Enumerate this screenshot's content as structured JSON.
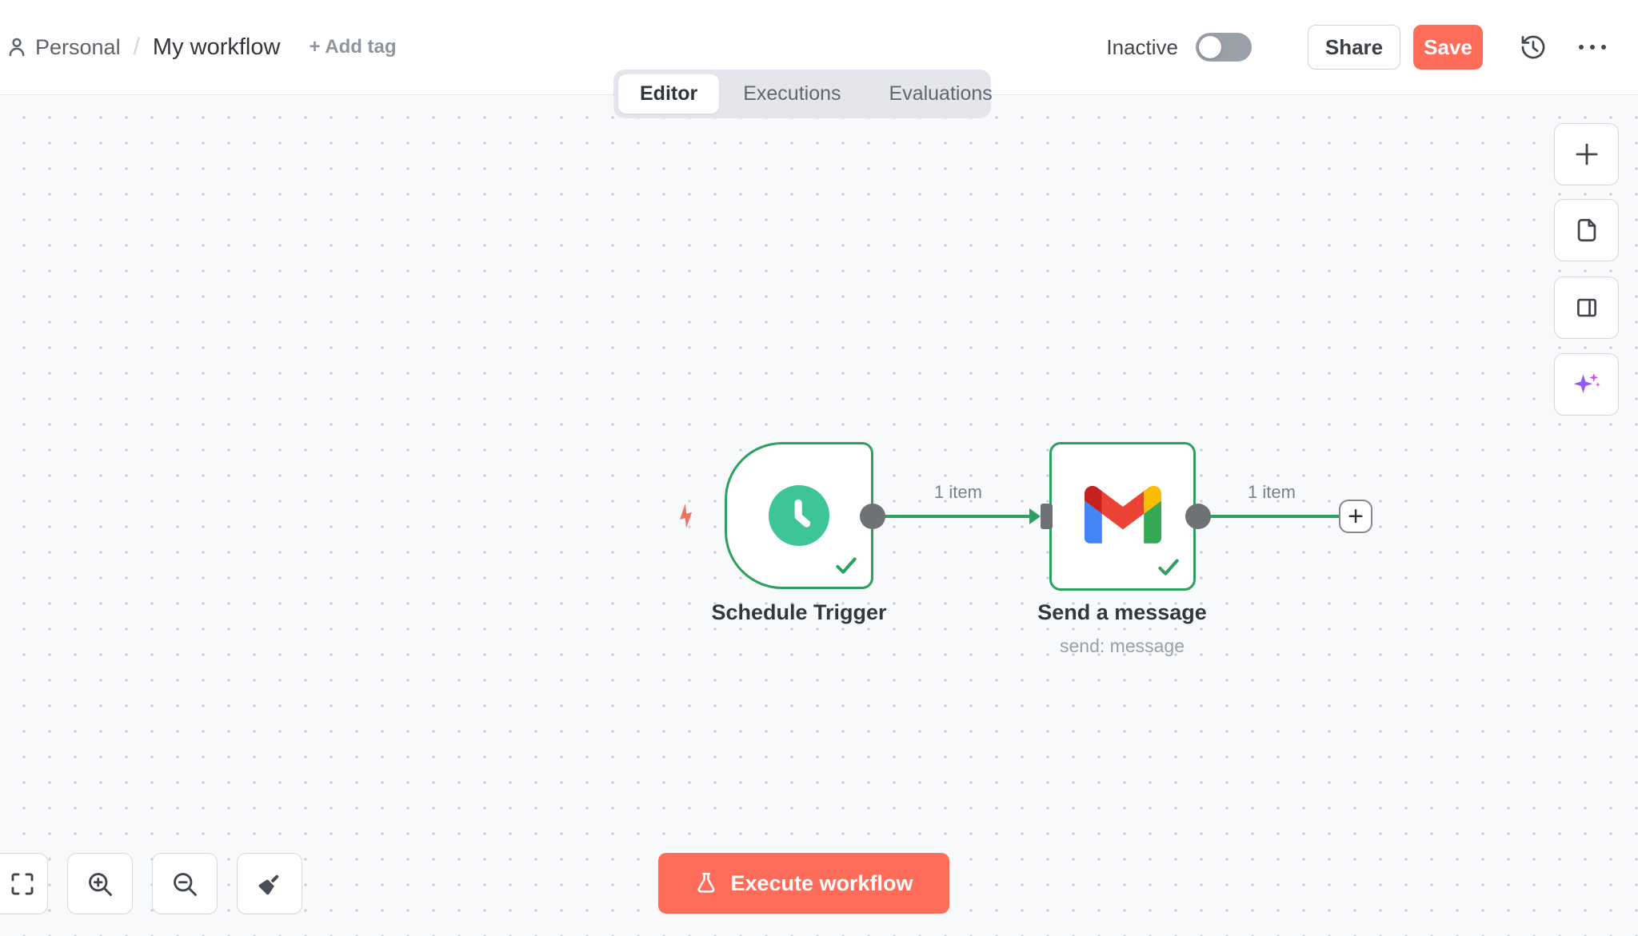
{
  "breadcrumb": {
    "project": "Personal",
    "separator": "/",
    "workflow_name": "My workflow",
    "add_tag_label": "+ Add tag"
  },
  "header": {
    "activation_label": "Inactive",
    "activation_enabled": false,
    "share_label": "Share",
    "save_label": "Save"
  },
  "tabs": [
    {
      "label": "Editor",
      "active": true
    },
    {
      "label": "Executions",
      "active": false
    },
    {
      "label": "Evaluations",
      "active": false
    }
  ],
  "canvas": {
    "nodes": [
      {
        "name": "Schedule Trigger",
        "type": "schedule-trigger",
        "icon": "clock-icon",
        "status": "success"
      },
      {
        "name": "Send a message",
        "subtitle": "send: message",
        "type": "gmail",
        "icon": "gmail-icon",
        "status": "success"
      }
    ],
    "connections": [
      {
        "from": "Schedule Trigger",
        "to": "Send a message",
        "label": "1 item"
      },
      {
        "from": "Send a message",
        "label": "1 item"
      }
    ],
    "add_button_glyph": "+"
  },
  "side_toolbar": {
    "buttons": [
      "add-node",
      "add-sticky-note",
      "toggle-side-panel",
      "ai-assistant"
    ]
  },
  "bottom_toolbar": {
    "buttons": [
      "zoom-to-fit",
      "zoom-in",
      "zoom-out",
      "tidy-up"
    ]
  },
  "footer": {
    "execute_label": "Execute workflow"
  },
  "colors": {
    "accent": "#ff6d5a",
    "success_green": "#2ca05f",
    "node_icon_teal": "#3ec596",
    "connector_gray": "#6e7175",
    "canvas_bg": "#f8f9fb"
  }
}
